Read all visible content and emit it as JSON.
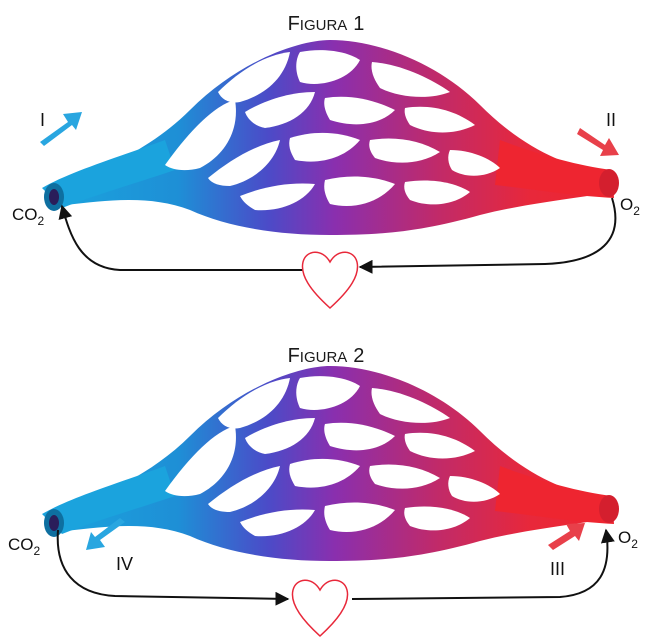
{
  "figures": [
    {
      "title_first": "F",
      "title_rest": "IGURA",
      "title_num": "1",
      "left_gas_main": "CO",
      "left_gas_sub": "2",
      "right_gas_main": "O",
      "right_gas_sub": "2",
      "left_marker": "I",
      "right_marker": "II",
      "flow_direction": "right-to-left through heart"
    },
    {
      "title_first": "F",
      "title_rest": "IGURA",
      "title_num": "2",
      "left_gas_main": "CO",
      "left_gas_sub": "2",
      "right_gas_main": "O",
      "right_gas_sub": "2",
      "left_marker": "IV",
      "right_marker": "III",
      "flow_direction": "left-to-right through heart"
    }
  ],
  "colors": {
    "vein_blue": "#1aa0dc",
    "mid_purple": "#7a2fb0",
    "artery_red": "#e8283a",
    "heart_outline": "#e8283a",
    "arrow_line": "#111111"
  }
}
